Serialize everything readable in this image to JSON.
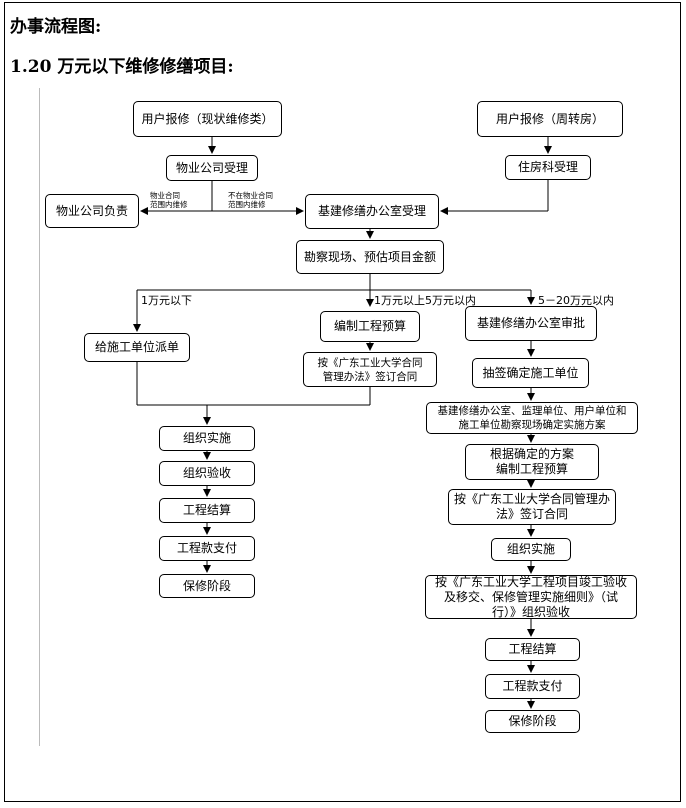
{
  "page": {
    "heading": "办事流程图:",
    "subheading": "1.20 万元以下维修修缮项目:"
  },
  "flow": {
    "user_report_current": "用户报修（现状维修类）",
    "user_report_turnover": "用户报修（周转房）",
    "property_accept": "物业公司受理",
    "housing_accept": "住房科受理",
    "property_responsible": "物业公司负责",
    "office_accept": "基建修缮办公室受理",
    "survey": "勘察现场、预估项目金额",
    "label_in_contract": "物业合同\n范围内维修",
    "label_out_contract": "不在物业合同\n范围内维修",
    "label_below_1w": "1万元以下",
    "label_1w_5w": "1万元以上5万元以内",
    "label_5w_20w": "5－20万元以内",
    "dispatch": "给施工单位派单",
    "budget": "编制工程预算",
    "sign_contract_short": "按《广东工业大学合同\n管理办法》签订合同",
    "office_approve": "基建修缮办公室审批",
    "lottery": "抽签确定施工单位",
    "joint_survey": "基建修缮办公室、监理单位、用户单位和\n施工单位勘察现场确定实施方案",
    "plan_budget": "根据确定的方案\n编制工程预算",
    "sign_contract_long": "按《广东工业大学合同管理办\n法》签订合同",
    "left_steps": [
      "组织实施",
      "组织验收",
      "工程结算",
      "工程款支付",
      "保修阶段"
    ],
    "right_implement": "组织实施",
    "right_accept": "按《广东工业大学工程项目竣工验收\n及移交、保修管理实施细则》（试\n行）》组织验收",
    "right_tail": [
      "工程结算",
      "工程款支付",
      "保修阶段"
    ]
  }
}
